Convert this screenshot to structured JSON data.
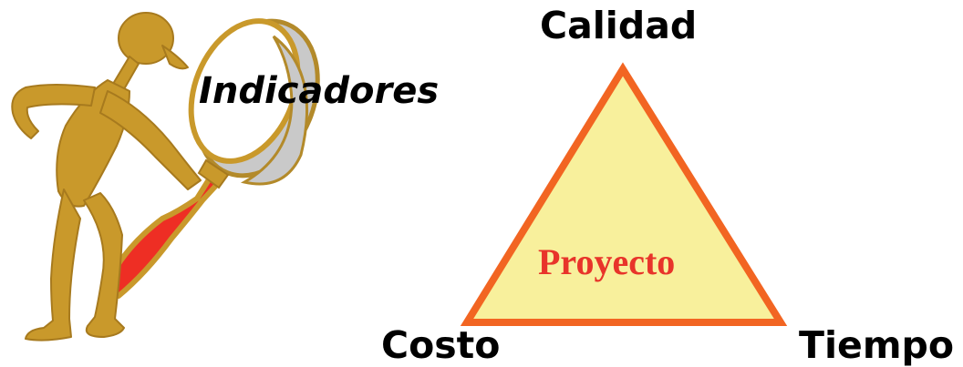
{
  "heading": {
    "text": "Indicadores"
  },
  "triangle": {
    "top_label": "Calidad",
    "left_label": "Costo",
    "right_label": "Tiempo",
    "center_label": "Proyecto",
    "fill_color": "#f8f09c",
    "stroke_color": "#f26522",
    "center_text_color": "#e8342a"
  },
  "illustration": {
    "icon": "person-with-magnifying-glass-icon",
    "body_color": "#c9992b",
    "lens_color": "#c8c8c8",
    "handle_color": "#ee2e24"
  }
}
